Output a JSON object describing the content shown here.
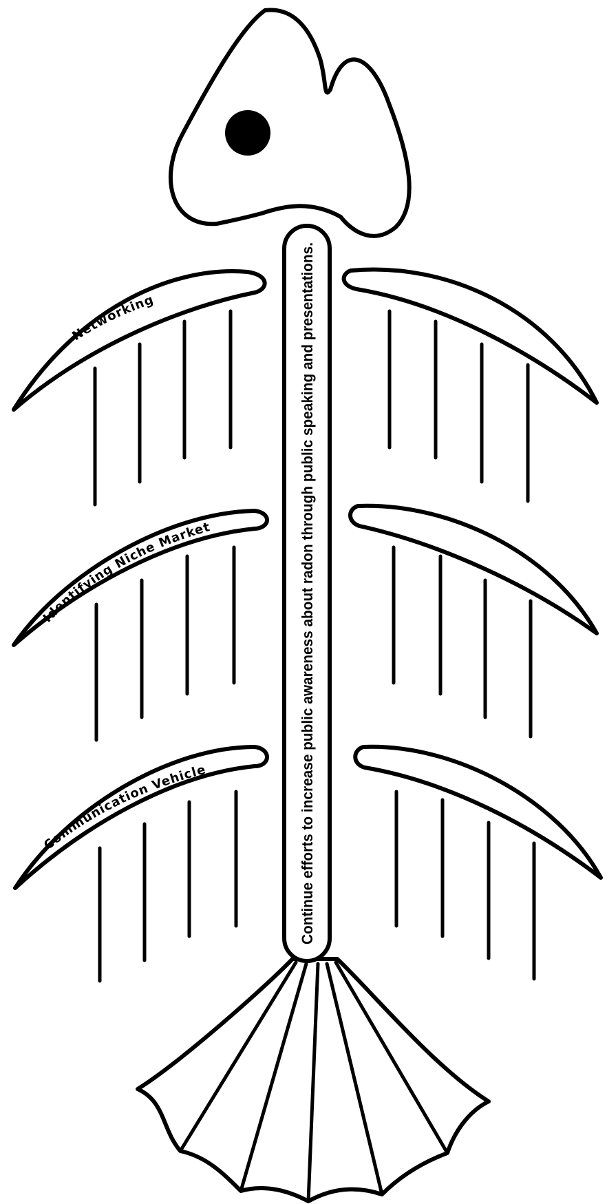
{
  "diagram": {
    "type": "fishbone",
    "spine_text": "Continue efforts to increase public awareness about radon through public speaking and presentations.",
    "bones": [
      {
        "side": "left",
        "label": "Networking"
      },
      {
        "side": "left",
        "label": "Identifying Niche Market"
      },
      {
        "side": "left",
        "label": "Communication Vehicle"
      },
      {
        "side": "right",
        "label": ""
      },
      {
        "side": "right",
        "label": ""
      },
      {
        "side": "right",
        "label": ""
      }
    ],
    "colors": {
      "stroke": "#000000",
      "fill": "#ffffff"
    }
  }
}
